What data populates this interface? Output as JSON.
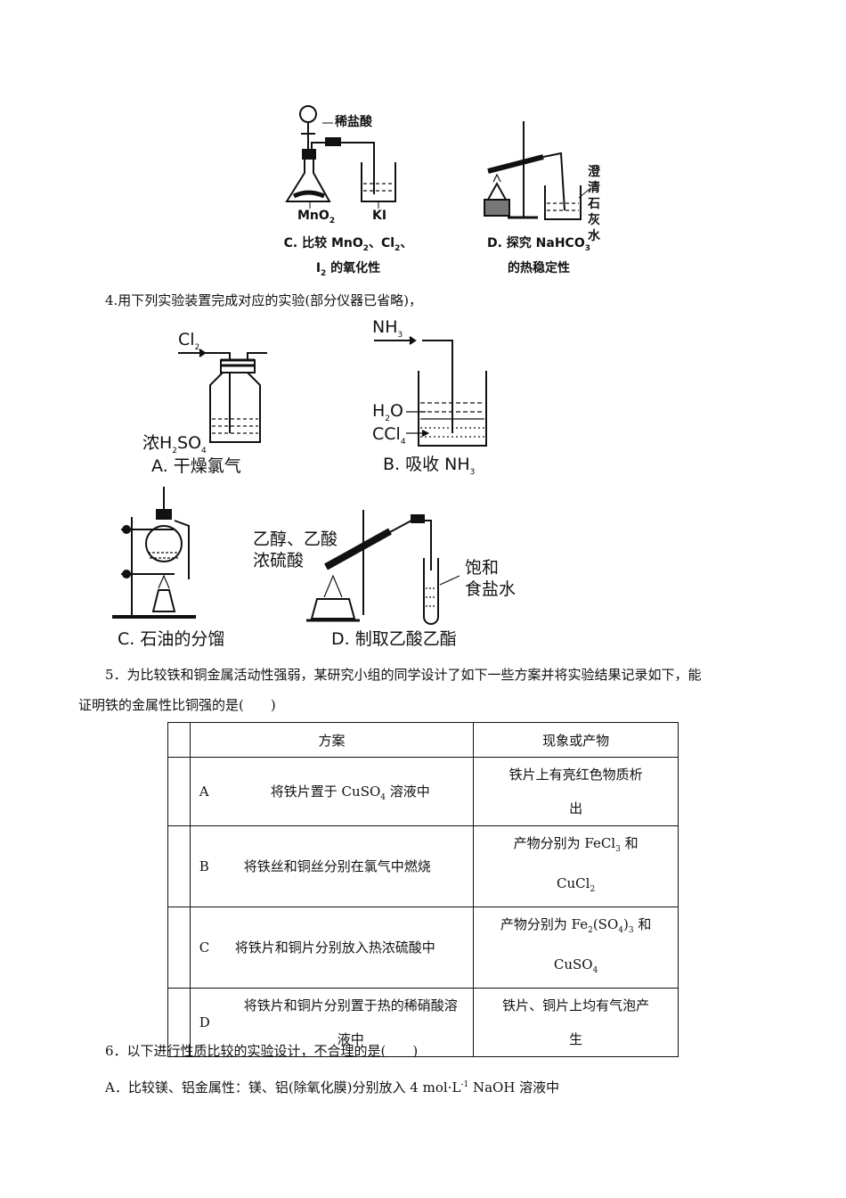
{
  "top_figures": {
    "c": {
      "label_acid": "稀盐酸",
      "label_mno2": "MnO2",
      "label_ki": "KI",
      "caption_1": "C. 比较 MnO2、Cl2、",
      "caption_2": "I2 的氧化性"
    },
    "d": {
      "label_limewater": [
        "澄",
        "清",
        "石",
        "灰",
        "水"
      ],
      "caption_1": "D. 探究 NaHCO3",
      "caption_2": "的热稳定性"
    }
  },
  "q4": {
    "text": "4.用下列实验装置完成对应的实验(部分仪器已省略)，",
    "a": {
      "gas": "Cl2",
      "liquid": "浓H2SO4",
      "caption": "A. 干燥氯气"
    },
    "b": {
      "gas": "NH3",
      "upper": "H2O",
      "lower": "CCl4",
      "caption": "B. 吸收 NH3"
    },
    "c": {
      "caption": "C. 石油的分馏"
    },
    "d": {
      "reagents_1": "乙醇、乙酸",
      "reagents_2": "浓硫酸",
      "receiver_1": "饱和",
      "receiver_2": "食盐水",
      "caption": "D. 制取乙酸乙酯"
    }
  },
  "q5": {
    "text_1": "5．为比较铁和铜金属活动性强弱，某研究小组的同学设计了如下一些方案并将实验结果记录如下，能",
    "text_2": "证明铁的金属性比铜强的是(　　)",
    "header": {
      "plan": "方案",
      "result": "现象或产物"
    },
    "rows": [
      {
        "key": "A",
        "plan": "将铁片置于 CuSO4 溶液中",
        "result_1": "铁片上有亮红色物质析",
        "result_2": "出"
      },
      {
        "key": "B",
        "plan": "将铁丝和铜丝分别在氯气中燃烧",
        "result_1": "产物分别为 FeCl3 和",
        "result_2": "CuCl2"
      },
      {
        "key": "C",
        "plan": "将铁片和铜片分别放入热浓硫酸中",
        "result_1": "产物分别为 Fe2(SO4)3 和",
        "result_2": "CuSO4"
      },
      {
        "key": "D",
        "plan_1": "将铁片和铜片分别置于热的稀硝酸溶",
        "plan_2": "液中",
        "result_1": "铁片、铜片上均有气泡产",
        "result_2": "生"
      }
    ]
  },
  "q6": {
    "text": "6．以下进行性质比较的实验设计，不合理的是(　　)",
    "option_a": "A．比较镁、铝金属性：镁、铝(除氧化膜)分别放入 4 mol·L-1 NaOH 溶液中"
  }
}
